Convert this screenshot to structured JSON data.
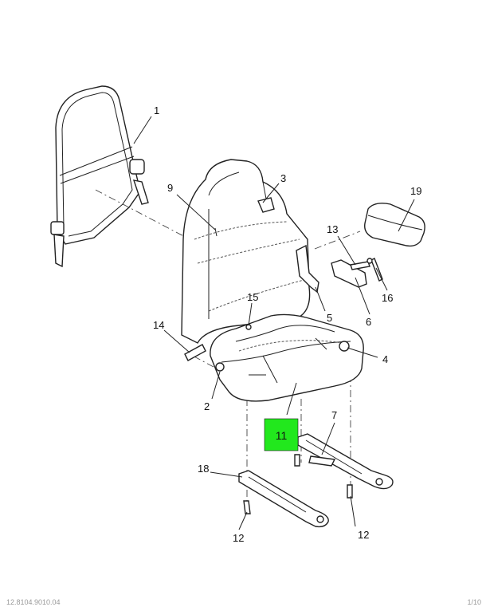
{
  "callouts": [
    {
      "id": "c1",
      "label": "1"
    },
    {
      "id": "c2",
      "label": "2"
    },
    {
      "id": "c3",
      "label": "3"
    },
    {
      "id": "c4",
      "label": "4"
    },
    {
      "id": "c5",
      "label": "5"
    },
    {
      "id": "c6",
      "label": "6"
    },
    {
      "id": "c7",
      "label": "7"
    },
    {
      "id": "c9",
      "label": "9"
    },
    {
      "id": "c11",
      "label": "11"
    },
    {
      "id": "c12a",
      "label": "12"
    },
    {
      "id": "c12b",
      "label": "12"
    },
    {
      "id": "c13",
      "label": "13"
    },
    {
      "id": "c14",
      "label": "14"
    },
    {
      "id": "c15",
      "label": "15"
    },
    {
      "id": "c16",
      "label": "16"
    },
    {
      "id": "c18",
      "label": "18"
    },
    {
      "id": "c19",
      "label": "19"
    }
  ],
  "highlight": {
    "label": "11",
    "color": "#22e81d"
  },
  "footer": {
    "left": "12.8104.9010.04",
    "right": "1/10"
  }
}
